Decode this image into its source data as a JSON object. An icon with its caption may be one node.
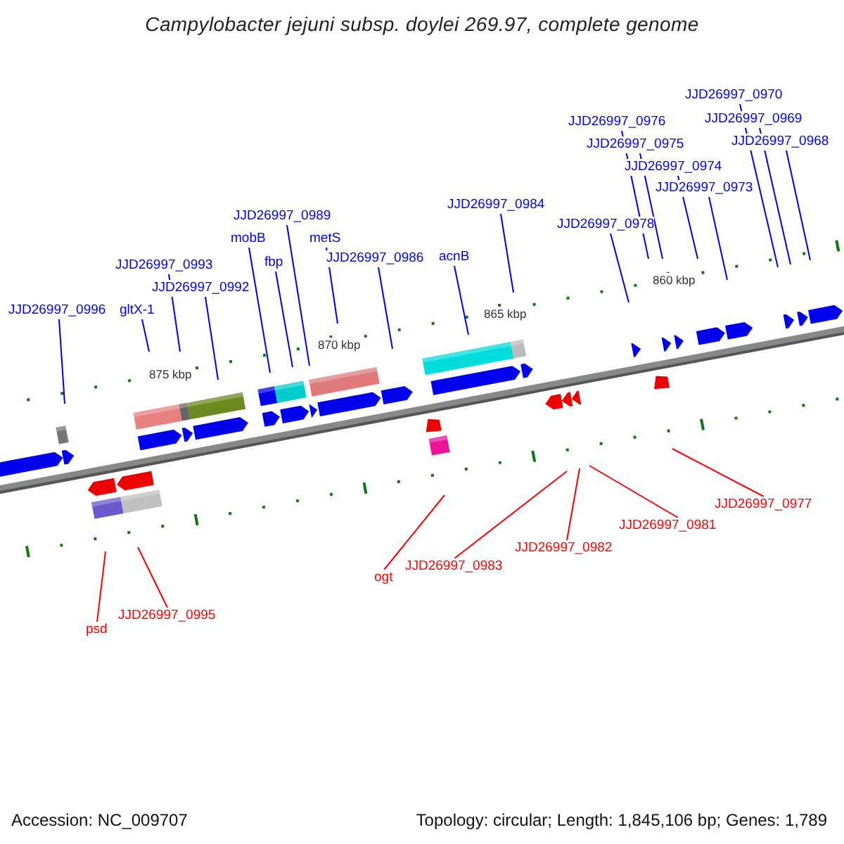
{
  "diagram": {
    "title": "Campylobacter jejuni subsp. doylei 269.97, complete genome",
    "nodes": [
      {
        "text": [
          "JJD26997_0996"
        ]
      },
      {
        "text": [
          "gltX-1"
        ]
      },
      {
        "text": [
          "JJD26997_0993"
        ]
      },
      {
        "text": [
          "JJD26997_0992"
        ]
      },
      {
        "text": [
          "mobB"
        ]
      },
      {
        "text": [
          "JJD26997_0989"
        ]
      },
      {
        "text": [
          "fbp"
        ]
      },
      {
        "text": [
          "metS"
        ]
      },
      {
        "text": [
          "JJD26997_0986"
        ]
      },
      {
        "text": [
          "acnB"
        ]
      },
      {
        "text": [
          "JJD26997_0984"
        ]
      },
      {
        "text": [
          "JJD26997_0978"
        ]
      },
      {
        "text": [
          "JJD26997_0976"
        ]
      },
      {
        "text": [
          "JJD26997_0975"
        ]
      },
      {
        "text": [
          "JJD26997_0974"
        ]
      },
      {
        "text": [
          "JJD26997_0973"
        ]
      },
      {
        "text": [
          "JJD26997_0970"
        ]
      },
      {
        "text": [
          "JJD26997_0969"
        ]
      },
      {
        "text": [
          "JJD26997_0968"
        ]
      },
      {
        "text": [
          "psd"
        ]
      },
      {
        "text": [
          "JJD26997_0995"
        ]
      },
      {
        "text": [
          "ogt"
        ]
      },
      {
        "text": [
          "JJD26997_0983"
        ]
      },
      {
        "text": [
          "JJD26997_0982"
        ]
      },
      {
        "text": [
          "JJD26997_0981"
        ]
      },
      {
        "text": [
          "JJD26997_0977"
        ]
      }
    ],
    "edges": [
      {
        "from": 0,
        "to": null,
        "arrow": "none"
      },
      {
        "from": 1,
        "to": null,
        "arrow": "none"
      },
      {
        "from": 2,
        "to": null,
        "arrow": "none"
      },
      {
        "from": 3,
        "to": null,
        "arrow": "none"
      },
      {
        "from": 4,
        "to": null,
        "arrow": "none"
      },
      {
        "from": 5,
        "to": null,
        "arrow": "none"
      },
      {
        "from": 6,
        "to": null,
        "arrow": "none"
      },
      {
        "from": 7,
        "to": null,
        "arrow": "none"
      },
      {
        "from": 8,
        "to": null,
        "arrow": "none"
      },
      {
        "from": 9,
        "to": null,
        "arrow": "none"
      },
      {
        "from": 10,
        "to": null,
        "arrow": "none"
      },
      {
        "from": 11,
        "to": null,
        "arrow": "none"
      },
      {
        "from": 12,
        "to": null,
        "arrow": "none"
      },
      {
        "from": 13,
        "to": null,
        "arrow": "none"
      },
      {
        "from": 14,
        "to": null,
        "arrow": "none"
      },
      {
        "from": 15,
        "to": null,
        "arrow": "none"
      },
      {
        "from": 16,
        "to": null,
        "arrow": "none"
      },
      {
        "from": 17,
        "to": null,
        "arrow": "none"
      },
      {
        "from": 18,
        "to": null,
        "arrow": "none"
      },
      {
        "from": 19,
        "to": null,
        "arrow": "none",
        "color": "#ff0000"
      },
      {
        "from": 20,
        "to": null,
        "arrow": "none",
        "color": "#ff0000"
      },
      {
        "from": 21,
        "to": null,
        "arrow": "none",
        "color": "#ff0000"
      },
      {
        "from": 22,
        "to": null,
        "arrow": "none",
        "color": "#ff0000"
      },
      {
        "from": 23,
        "to": null,
        "arrow": "none",
        "color": "#ff0000"
      },
      {
        "from": 24,
        "to": null,
        "arrow": "none",
        "color": "#ff0000"
      },
      {
        "from": 25,
        "to": null,
        "arrow": "none",
        "color": "#ff0000"
      }
    ],
    "labels": [
      "875 kbp",
      "870 kbp",
      "865 kbp",
      "860 kbp",
      "Accession: NC_009707",
      "Topology: circular; Length: 1,845,106 bp; Genes: 1,789"
    ]
  }
}
